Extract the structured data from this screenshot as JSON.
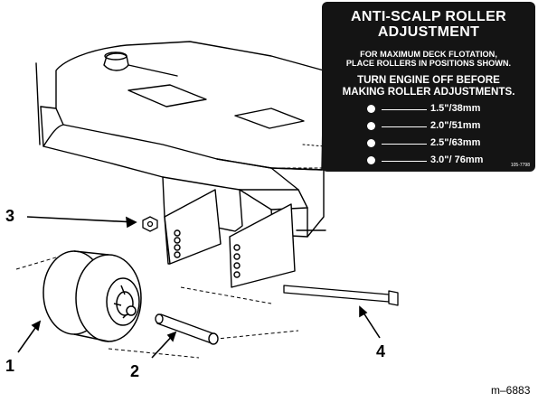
{
  "decal": {
    "title_line1": "ANTI-SCALP ROLLER",
    "title_line2": "ADJUSTMENT",
    "sub_line1": "FOR MAXIMUM DECK FLOTATION,",
    "sub_line2": "PLACE ROLLERS IN POSITIONS SHOWN.",
    "warn_line1": "TURN ENGINE OFF BEFORE",
    "warn_line2": "MAKING ROLLER ADJUSTMENTS.",
    "positions": [
      {
        "label": "1.5\"/38mm"
      },
      {
        "label": "2.0\"/51mm"
      },
      {
        "label": "2.5\"/63mm"
      },
      {
        "label": "3.0\"/ 76mm"
      }
    ],
    "part_code": "105-7798"
  },
  "callouts": {
    "c1": "1",
    "c2": "2",
    "c3": "3",
    "c4": "4"
  },
  "figure_id": "m–6883"
}
